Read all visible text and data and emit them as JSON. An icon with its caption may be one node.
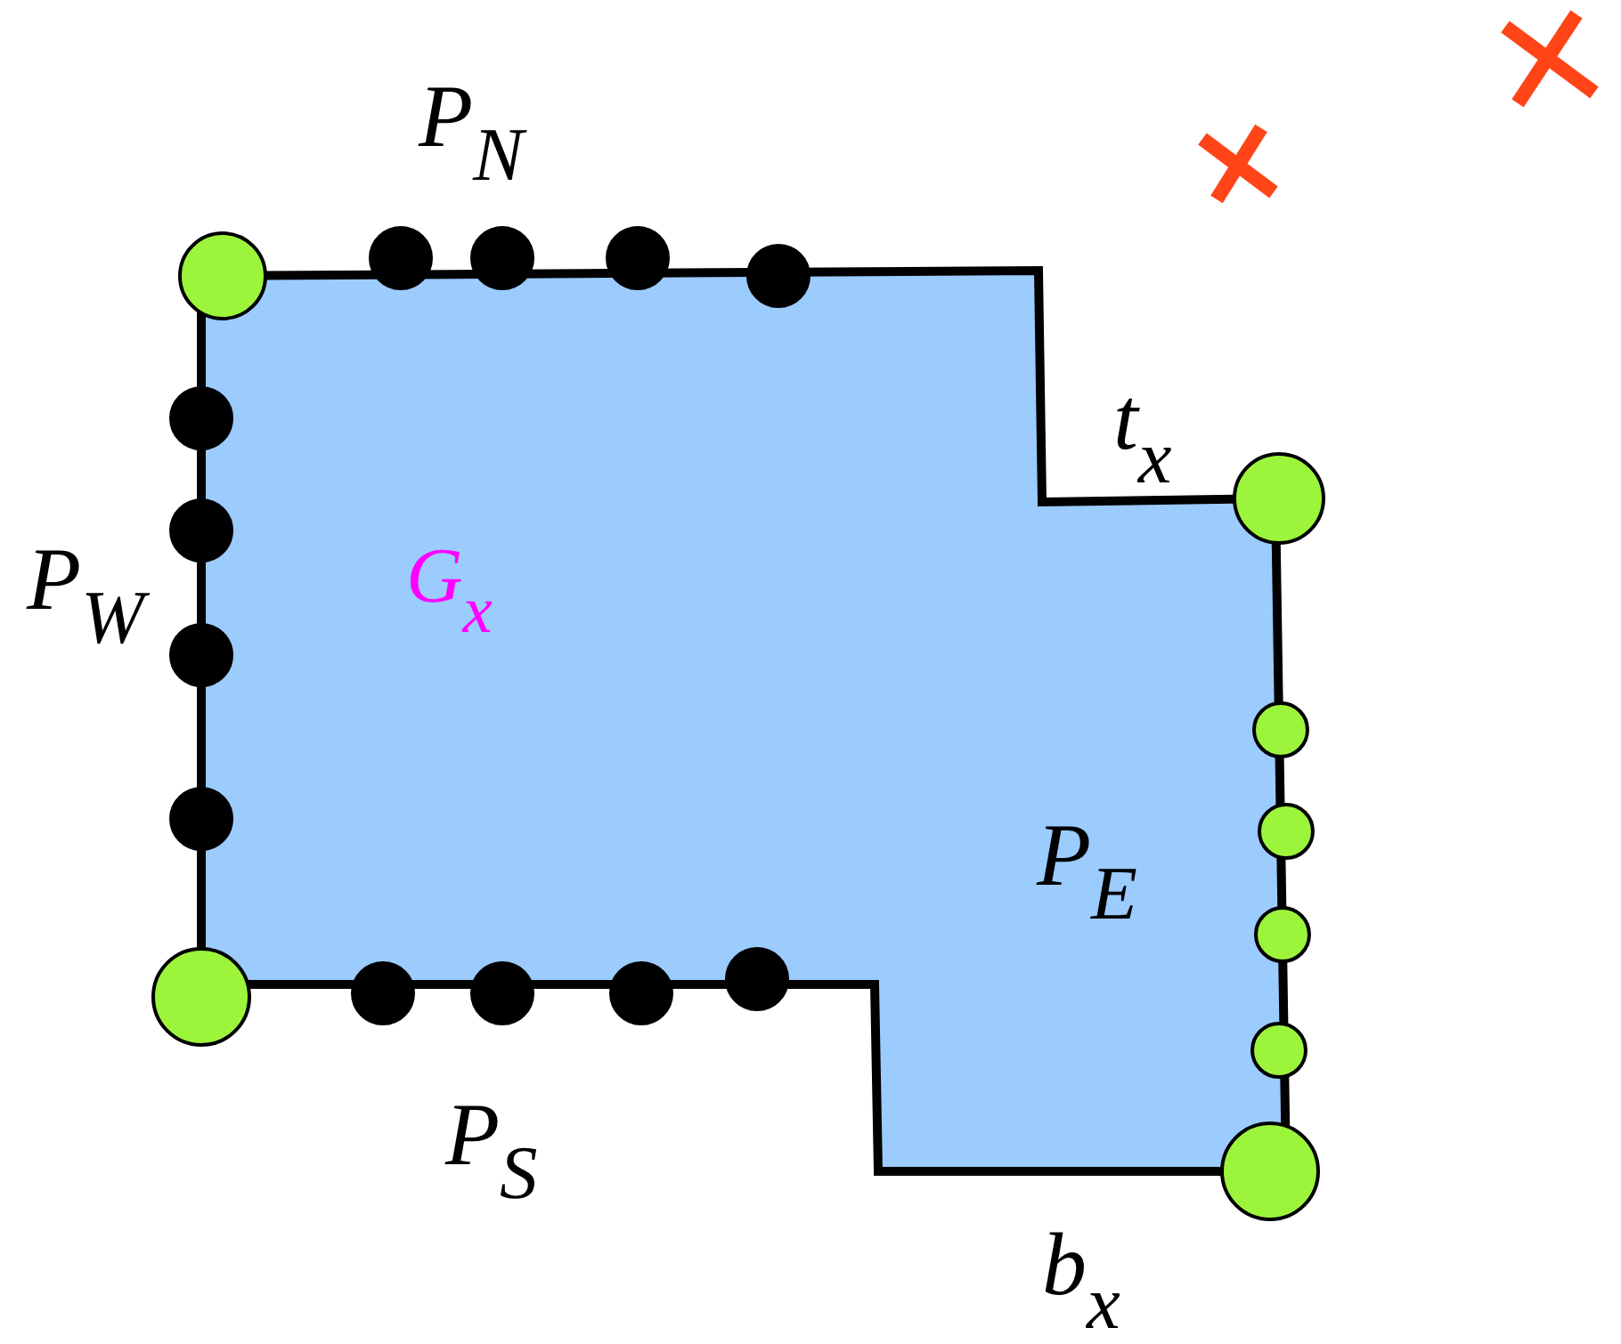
{
  "diagram": {
    "labels": [
      "P$_{N}$",
      "t$_{x}$",
      "P$_{W}$",
      "G$_{x}$",
      "P$_{E}$",
      "P$_{S}$",
      "b$_{x}$"
    ]
  }
}
